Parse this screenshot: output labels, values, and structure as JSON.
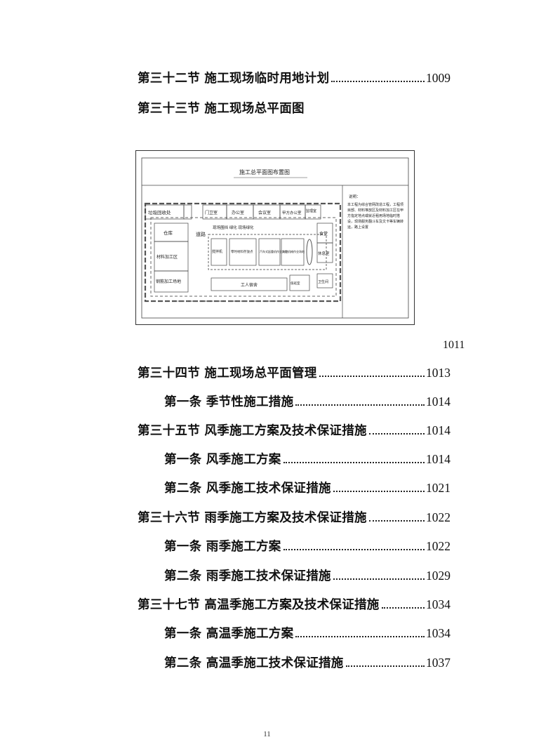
{
  "toc_top": {
    "title": "第三十二节 施工现场临时用地计划",
    "page": "1009"
  },
  "figure_heading": "第三十三节 施工现场总平面图",
  "figure": {
    "title": "施工总平面图布置图",
    "labels": {
      "waste": "垃圾回收处",
      "guard": "门卫室",
      "office": "办公室",
      "meeting": "会议室",
      "owner_office": "甲方办公室",
      "survey": "监理室",
      "storage": "仓库",
      "material_yard": "材料加工区",
      "steel_yard": "钢筋加工场地",
      "road": "道路",
      "mixer": "搅拌机",
      "temp_material": "零时材料存放点",
      "crane": "汽车式起重机作业场地",
      "big_material": "大型机械作业场地",
      "canteen": "食堂",
      "rest": "休息室",
      "toilet": "卫生间",
      "dorm": "工人宿舍",
      "duty": "值班室",
      "fence": "现场围挡 绿化 现场绿化",
      "notes_title": "说明：",
      "notes_body": "本工程为综合管网改造工程，工程项目部、材料堆放区及材料加工区在甲方指定地点或就近租用场地临时搭设，现场服务翻斗车及文卡等车辆转运，路上设置"
    },
    "page": "1011"
  },
  "toc": [
    {
      "level": 1,
      "title": "第三十四节 施工现场总平面管理",
      "page": "1013"
    },
    {
      "level": 2,
      "title": "第一条 季节性施工措施",
      "page": "1014"
    },
    {
      "level": 1,
      "title": "第三十五节 风季施工方案及技术保证措施",
      "page": "1014"
    },
    {
      "level": 2,
      "title": "第一条 风季施工方案",
      "page": "1014"
    },
    {
      "level": 2,
      "title": "第二条 风季施工技术保证措施",
      "page": "1021"
    },
    {
      "level": 1,
      "title": "第三十六节 雨季施工方案及技术保证措施",
      "page": "1022"
    },
    {
      "level": 2,
      "title": "第一条 雨季施工方案",
      "page": "1022"
    },
    {
      "level": 2,
      "title": "第二条 雨季施工技术保证措施",
      "page": "1029"
    },
    {
      "level": 1,
      "title": "第三十七节 高温季施工方案及技术保证措施",
      "page": "1034"
    },
    {
      "level": 2,
      "title": "第一条 高温季施工方案",
      "page": "1034"
    },
    {
      "level": 2,
      "title": "第二条 高温季施工技术保证措施",
      "page": "1037"
    }
  ],
  "page_number": "11"
}
